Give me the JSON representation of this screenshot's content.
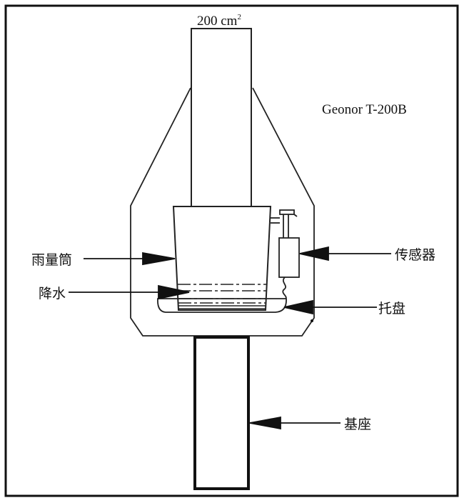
{
  "diagram": {
    "title": "Geonor T-200B",
    "orifice_area": {
      "value": "200 cm",
      "unit_superscript": "2"
    },
    "labels": {
      "gauge_bucket": "雨量筒",
      "precipitation": "降水",
      "sensor": "传感器",
      "tray": "托盘",
      "base": "基座"
    },
    "colors": {
      "line": "#111111",
      "background": "#ffffff"
    }
  }
}
